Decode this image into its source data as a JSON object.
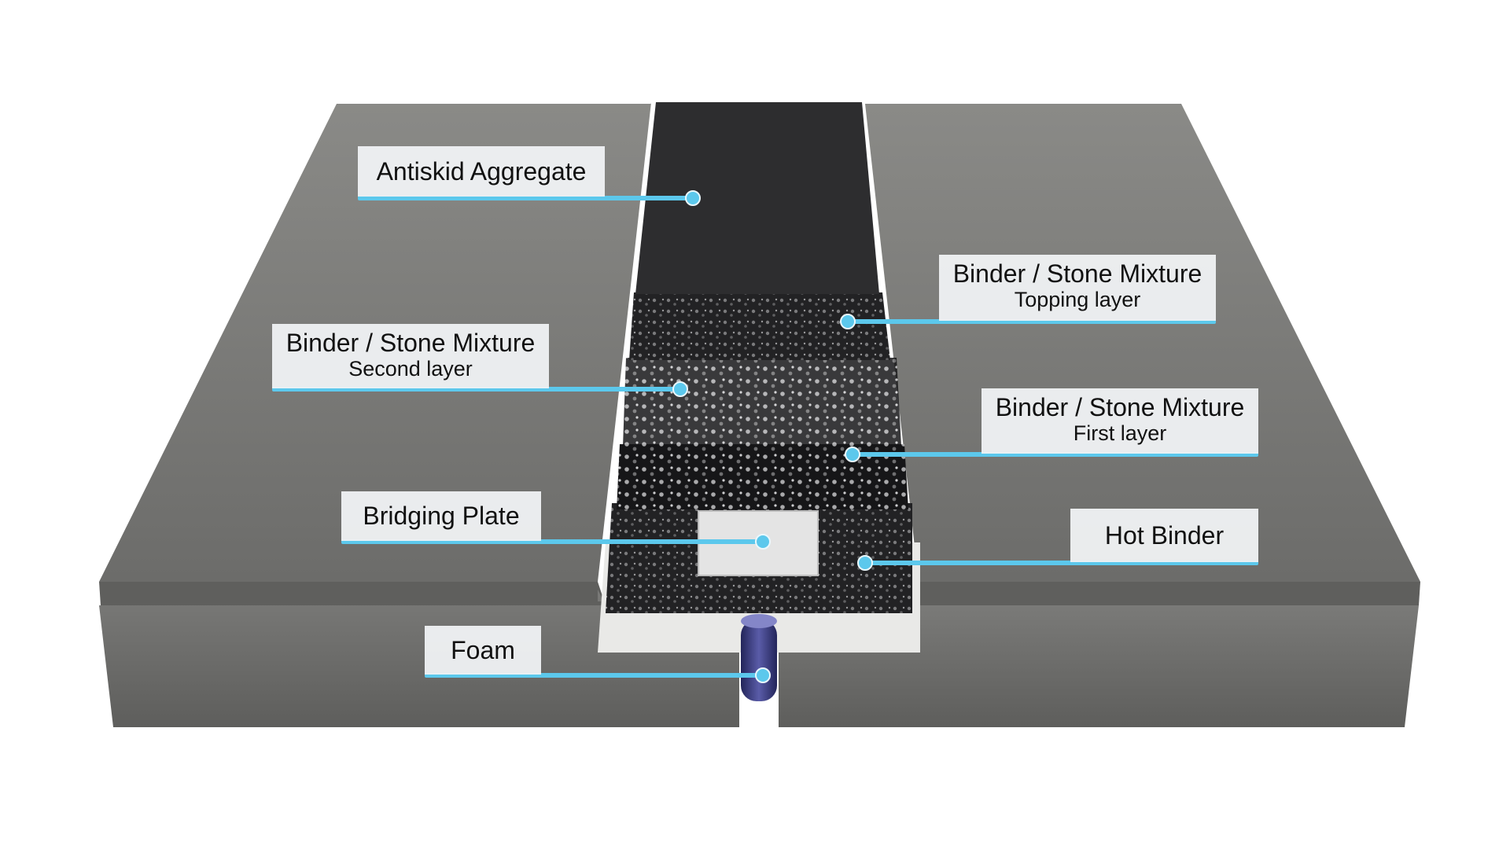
{
  "callouts": {
    "antiskid": {
      "title": "Antiskid Aggregate"
    },
    "topping": {
      "title": "Binder / Stone Mixture",
      "sub": "Topping layer"
    },
    "second": {
      "title": "Binder / Stone Mixture",
      "sub": "Second layer"
    },
    "first": {
      "title": "Binder / Stone Mixture",
      "sub": "First layer"
    },
    "bridging": {
      "title": "Bridging Plate"
    },
    "hotbinder": {
      "title": "Hot Binder"
    },
    "foam": {
      "title": "Foam"
    }
  },
  "colors": {
    "accent": "#5cc8ec",
    "concrete": "#7d7d7b",
    "binder": "#1c1c1e",
    "foam": "#3b3d86"
  }
}
